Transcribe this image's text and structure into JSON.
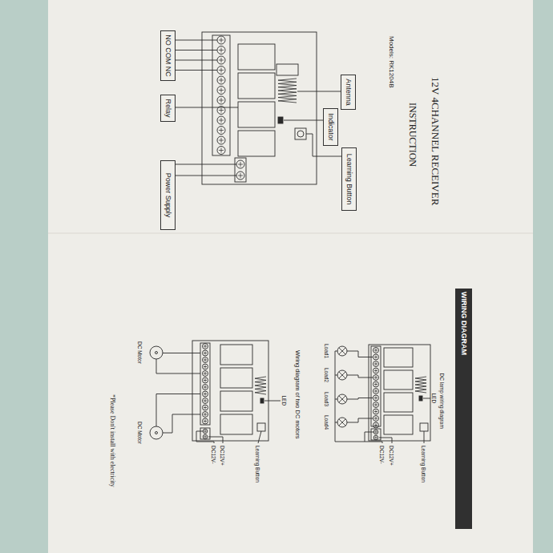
{
  "diagram": {
    "title": "12V 4CHANNEL RECEIVER",
    "nodes": [
      {
        "text": [
          "Antenna"
        ]
      },
      {
        "text": [
          "Indicator"
        ]
      },
      {
        "text": [
          "Learning Button"
        ]
      },
      {
        "text": [
          "NO COM NC"
        ]
      },
      {
        "text": [
          "Relay"
        ]
      },
      {
        "text": [
          "Power Supply"
        ]
      },
      {
        "text": [
          "WIRING DIAGRAM"
        ]
      }
    ],
    "labels": [
      "INSTRUCTION",
      "Models: RK1204B",
      "DC lamp wiring diagram",
      "LED",
      "Learning Button",
      "DC12V+",
      "DC12V-",
      "Load1",
      "Load2",
      "Load3",
      "Load4",
      "Wiring diagram of two DC motors",
      "LED",
      "Learning Button",
      "DC12V+",
      "DC12V-",
      "DC Motor",
      "DC Motor",
      "*Please Don't install with electricity"
    ]
  }
}
